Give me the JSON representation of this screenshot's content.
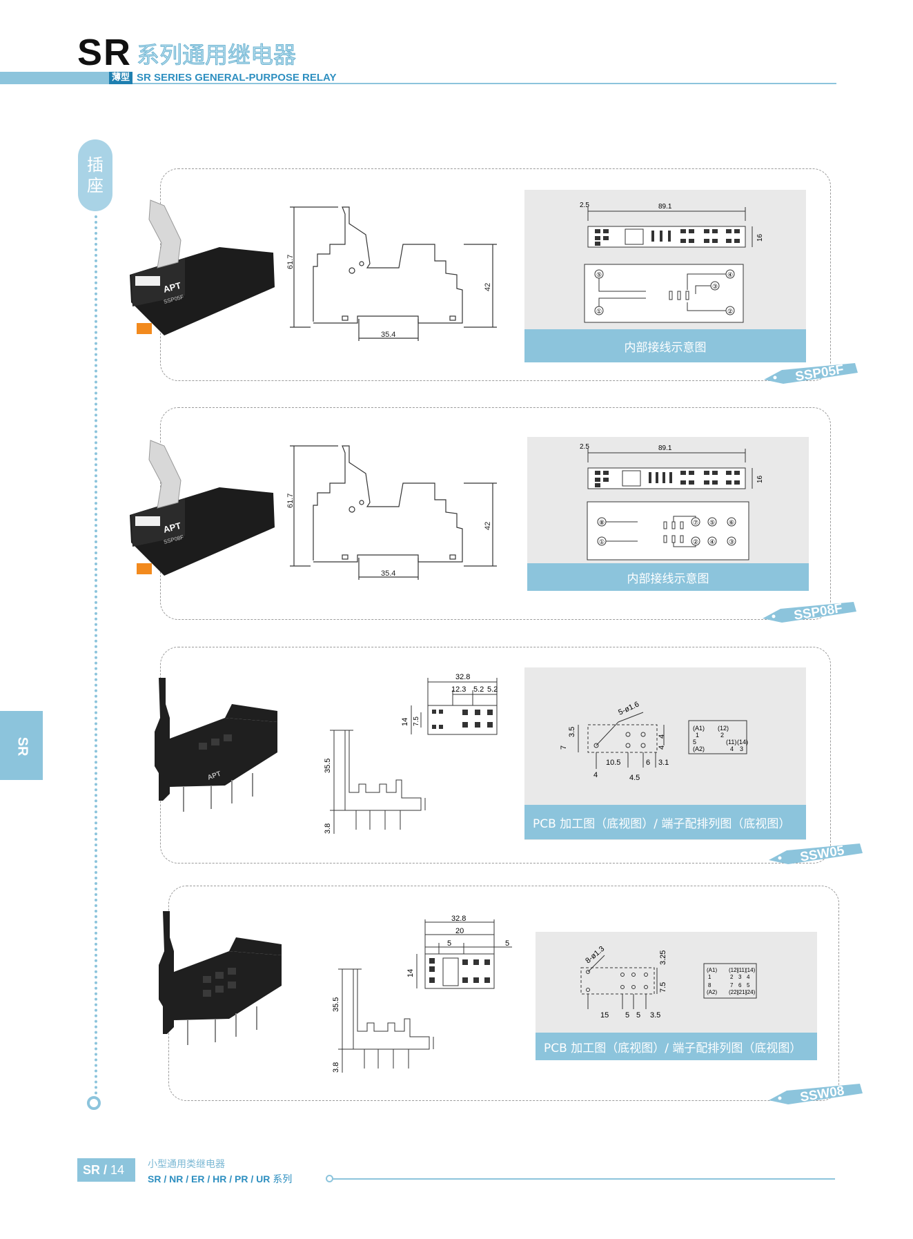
{
  "header": {
    "series_code": "SR",
    "title_cn": "系列通用继电器",
    "badge": "薄型",
    "title_en": "SR SERIES GENERAL-PURPOSE RELAY"
  },
  "sidebar": {
    "section_label": "插座",
    "side_tab": "SR"
  },
  "products": [
    {
      "model": "SSP05F",
      "photo_text": {
        "brand": "APT",
        "label": "SSP05F"
      },
      "dims": {
        "height": "61.7",
        "body_height": "42",
        "rail_width": "35.4"
      },
      "top_view": {
        "offset": "2.5",
        "length": "89.1",
        "width": "16"
      },
      "terminals": [
        "⑤",
        "①",
        "④",
        "③",
        "②"
      ],
      "caption": "内部接线示意图"
    },
    {
      "model": "SSP08F",
      "photo_text": {
        "brand": "APT",
        "label": "SSP08F"
      },
      "dims": {
        "height": "61.7",
        "body_height": "42",
        "rail_width": "35.4"
      },
      "top_view": {
        "offset": "2.5",
        "length": "89.1",
        "width": "16"
      },
      "terminals": [
        "⑧",
        "①",
        "⑦",
        "⑤",
        "⑥",
        "②",
        "④",
        "③"
      ],
      "caption": "内部接线示意图"
    },
    {
      "model": "SSW05",
      "photo_text": {
        "brand": "APT"
      },
      "dims": {
        "top_total": "32.8",
        "top_a": "12.3",
        "top_b": "5.2",
        "top_c": "5.2",
        "top_height": "14",
        "top_inner": "7.5",
        "side_height": "35.5",
        "pin": "3.8"
      },
      "pcb": {
        "holes": "5-ø1.6",
        "h1": "3.5",
        "h2": "7",
        "r1": "4",
        "r2": "4",
        "d1": "4",
        "d2": "10.5",
        "d3": "4.5",
        "d4": "6",
        "d5": "3.1",
        "pins_left": [
          "(A1)",
          "1",
          "5",
          "(A2)"
        ],
        "pins_right": [
          "(12)",
          "2",
          "(11)",
          "(14)",
          "4",
          "3"
        ]
      },
      "caption": "PCB 加工图（底视图）/ 端子配排列图（底视图）"
    },
    {
      "model": "SSW08",
      "photo_text": {},
      "dims": {
        "top_total": "32.8",
        "top_a": "20",
        "top_b": "5",
        "top_c": "5",
        "top_height": "14",
        "side_height": "35.5",
        "pin": "3.8"
      },
      "pcb": {
        "holes": "8-ø1.3",
        "h1": "3.25",
        "h2": "7.5",
        "d1": "15",
        "d2": "5",
        "d3": "5",
        "d4": "3.5",
        "pins": [
          "(A1)",
          "1",
          "8",
          "(A2)",
          "(12)",
          "(11)",
          "(14)",
          "2",
          "3",
          "4",
          "7",
          "6",
          "5",
          "(22)",
          "(21)",
          "(24)"
        ]
      },
      "caption": "PCB 加工图（底视图）/ 端子配排列图（底视图）"
    }
  ],
  "footer": {
    "code": "SR /",
    "page": "14",
    "category_cn": "小型通用类继电器",
    "series": "SR / NR / ER / HR / PR / UR",
    "series_suffix": "系列"
  }
}
